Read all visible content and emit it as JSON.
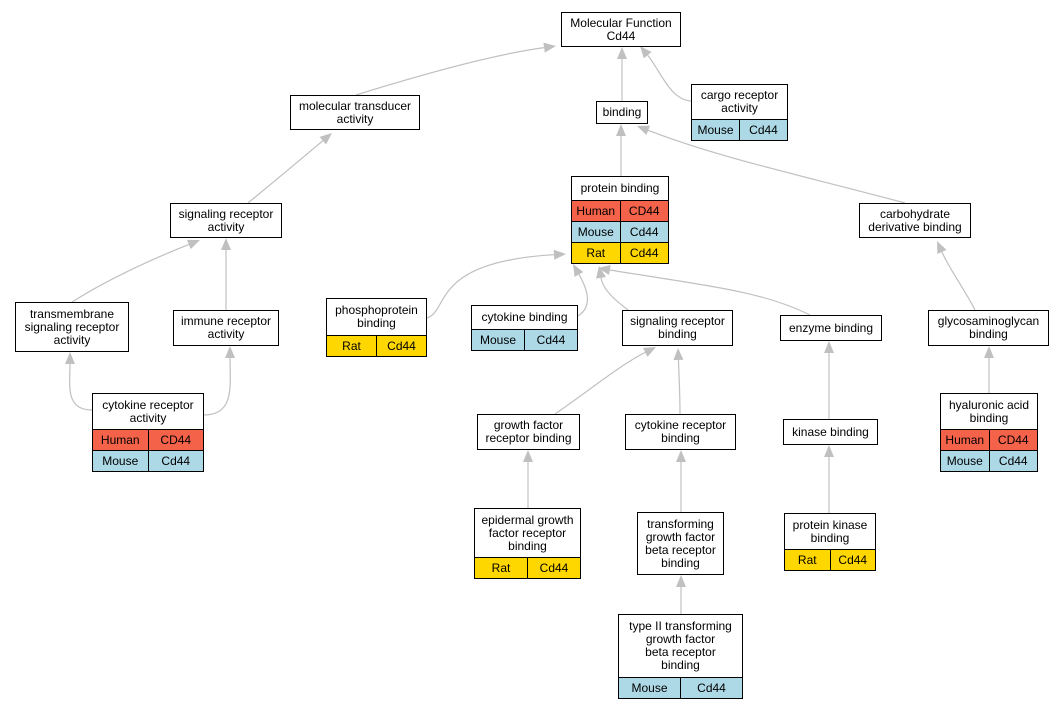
{
  "colors": {
    "human": "#f4624a",
    "mouse": "#add8e6",
    "rat": "#ffd700",
    "edge": "#c0c0c0"
  },
  "nodes": [
    {
      "id": "mf",
      "label": "Molecular Function\nCd44",
      "rows": []
    },
    {
      "id": "mta",
      "label": "molecular transducer\nactivity",
      "rows": []
    },
    {
      "id": "binding",
      "label": "binding",
      "rows": []
    },
    {
      "id": "cargo",
      "label": "cargo receptor\nactivity",
      "rows": [
        {
          "species": "Mouse",
          "gene": "Cd44"
        }
      ]
    },
    {
      "id": "sra",
      "label": "signaling receptor\nactivity",
      "rows": []
    },
    {
      "id": "pb",
      "label": "protein binding",
      "rows": [
        {
          "species": "Human",
          "gene": "CD44"
        },
        {
          "species": "Mouse",
          "gene": "Cd44"
        },
        {
          "species": "Rat",
          "gene": "Cd44"
        }
      ]
    },
    {
      "id": "cdb",
      "label": "carbohydrate\nderivative binding",
      "rows": []
    },
    {
      "id": "tsra",
      "label": "transmembrane\nsignaling receptor\nactivity",
      "rows": []
    },
    {
      "id": "ira",
      "label": "immune receptor\nactivity",
      "rows": []
    },
    {
      "id": "ppb",
      "label": "phosphoprotein\nbinding",
      "rows": [
        {
          "species": "Rat",
          "gene": "Cd44"
        }
      ]
    },
    {
      "id": "cyb",
      "label": "cytokine binding",
      "rows": [
        {
          "species": "Mouse",
          "gene": "Cd44"
        }
      ]
    },
    {
      "id": "srb",
      "label": "signaling receptor\nbinding",
      "rows": []
    },
    {
      "id": "eb",
      "label": "enzyme binding",
      "rows": []
    },
    {
      "id": "gagb",
      "label": "glycosaminoglycan\nbinding",
      "rows": []
    },
    {
      "id": "cra",
      "label": "cytokine receptor\nactivity",
      "rows": [
        {
          "species": "Human",
          "gene": "CD44"
        },
        {
          "species": "Mouse",
          "gene": "Cd44"
        }
      ]
    },
    {
      "id": "gfrb",
      "label": "growth factor\nreceptor binding",
      "rows": []
    },
    {
      "id": "crb",
      "label": "cytokine receptor\nbinding",
      "rows": []
    },
    {
      "id": "kb",
      "label": "kinase binding",
      "rows": []
    },
    {
      "id": "hab",
      "label": "hyaluronic acid\nbinding",
      "rows": [
        {
          "species": "Human",
          "gene": "CD44"
        },
        {
          "species": "Mouse",
          "gene": "Cd44"
        }
      ]
    },
    {
      "id": "egfrb",
      "label": "epidermal growth\nfactor receptor\nbinding",
      "rows": [
        {
          "species": "Rat",
          "gene": "Cd44"
        }
      ]
    },
    {
      "id": "tgfbrb",
      "label": "transforming\ngrowth factor\nbeta receptor\nbinding",
      "rows": []
    },
    {
      "id": "pkb",
      "label": "protein kinase\nbinding",
      "rows": [
        {
          "species": "Rat",
          "gene": "Cd44"
        }
      ]
    },
    {
      "id": "t2tgfbrb",
      "label": "type II transforming\ngrowth factor\nbeta receptor\nbinding",
      "rows": [
        {
          "species": "Mouse",
          "gene": "Cd44"
        }
      ]
    }
  ],
  "edges": [
    {
      "from": "mta",
      "to": "mf"
    },
    {
      "from": "binding",
      "to": "mf"
    },
    {
      "from": "cargo",
      "to": "mf"
    },
    {
      "from": "sra",
      "to": "mta"
    },
    {
      "from": "pb",
      "to": "binding"
    },
    {
      "from": "cdb",
      "to": "binding"
    },
    {
      "from": "tsra",
      "to": "sra"
    },
    {
      "from": "ira",
      "to": "sra"
    },
    {
      "from": "cra",
      "to": "tsra"
    },
    {
      "from": "cra",
      "to": "ira"
    },
    {
      "from": "ppb",
      "to": "pb"
    },
    {
      "from": "cyb",
      "to": "pb"
    },
    {
      "from": "srb",
      "to": "pb"
    },
    {
      "from": "eb",
      "to": "pb"
    },
    {
      "from": "gagb",
      "to": "cdb"
    },
    {
      "from": "hab",
      "to": "gagb"
    },
    {
      "from": "gfrb",
      "to": "srb"
    },
    {
      "from": "crb",
      "to": "srb"
    },
    {
      "from": "egfrb",
      "to": "gfrb"
    },
    {
      "from": "tgfbrb",
      "to": "crb"
    },
    {
      "from": "t2tgfbrb",
      "to": "tgfbrb"
    },
    {
      "from": "kb",
      "to": "eb"
    },
    {
      "from": "pkb",
      "to": "kb"
    }
  ]
}
